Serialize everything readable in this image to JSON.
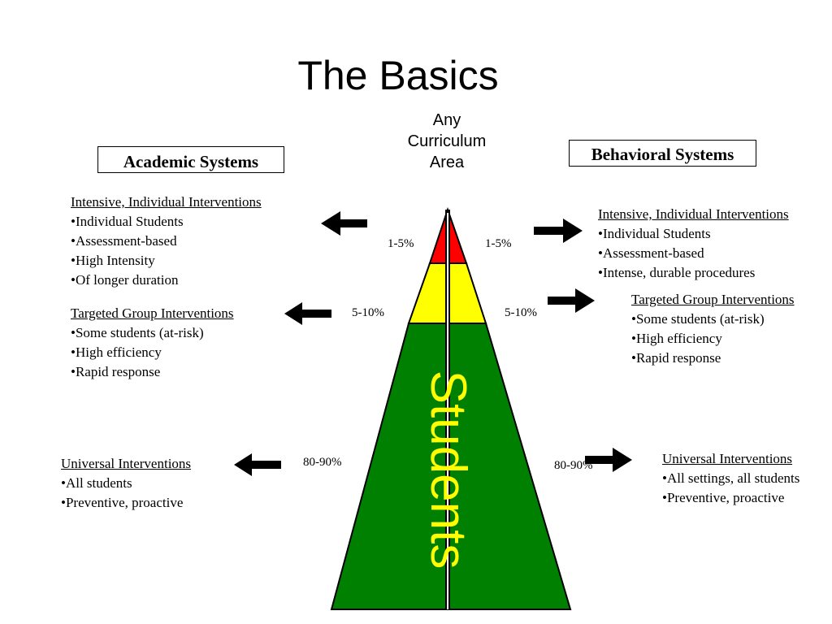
{
  "title": "The Basics",
  "area_label": [
    "Any",
    "Curriculum",
    "Area"
  ],
  "academic": {
    "label": "Academic Systems",
    "intensive": {
      "heading": "Intensive, Individual Interventions",
      "items": [
        "•Individual Students",
        "•Assessment-based",
        "•High Intensity",
        "•Of longer duration"
      ]
    },
    "targeted": {
      "heading": "Targeted Group Interventions",
      "items": [
        "•Some students (at-risk)",
        "•High efficiency",
        "•Rapid response"
      ]
    },
    "universal": {
      "heading": "Universal Interventions",
      "items": [
        "•All students",
        "•Preventive,  proactive"
      ]
    }
  },
  "behavioral": {
    "label": "Behavioral Systems",
    "intensive": {
      "heading": "Intensive, Individual Interventions",
      "items": [
        "•Individual Students",
        "•Assessment-based",
        "•Intense, durable procedures"
      ]
    },
    "targeted": {
      "heading": "Targeted Group Interventions",
      "items": [
        "•Some students (at-risk)",
        "•High efficiency",
        "•Rapid response"
      ]
    },
    "universal": {
      "heading": "Universal Interventions",
      "items": [
        "•All settings, all students",
        "•Preventive,  proactive"
      ]
    }
  },
  "tiers": {
    "top": {
      "left_pct": "1-5%",
      "right_pct": "1-5%",
      "color": "#ff0000"
    },
    "middle": {
      "left_pct": "5-10%",
      "right_pct": "5-10%",
      "color": "#ffff00"
    },
    "bottom": {
      "left_pct": "80-90%",
      "right_pct": "80-90%",
      "color": "#008000"
    }
  },
  "pyramid_label": "Students",
  "pyramid_label_color": "#ffff00"
}
